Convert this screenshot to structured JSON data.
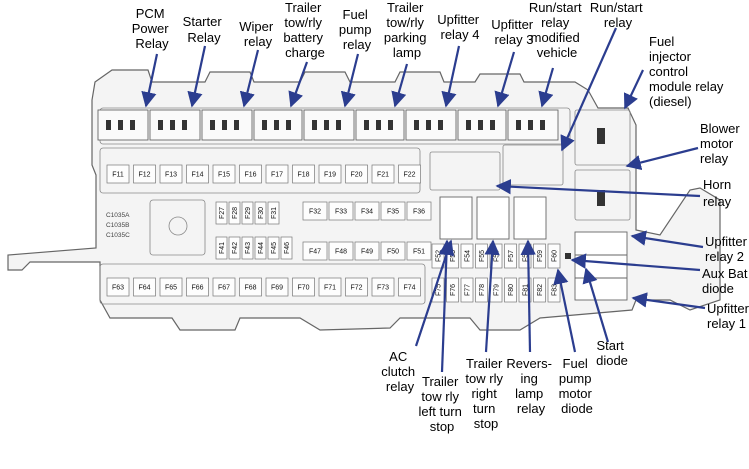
{
  "callouts": {
    "pcm_power": [
      "PCM",
      "Power",
      "Relay"
    ],
    "starter": [
      "Starter",
      "Relay"
    ],
    "wiper": [
      "Wiper",
      "relay"
    ],
    "trailer_batt": [
      "Trailer",
      "tow/rly",
      "battery",
      "charge"
    ],
    "fuel_pump": [
      "Fuel",
      "pump",
      "relay"
    ],
    "trailer_park": [
      "Trailer",
      "tow/rly",
      "parking",
      "lamp"
    ],
    "upfitter4": [
      "Upfitter",
      "relay 4"
    ],
    "upfitter3": [
      "Upfitter",
      "relay 3"
    ],
    "runstart_mod": [
      "Run/start",
      "relay",
      "modified",
      "vehicle"
    ],
    "runstart": [
      "Run/start",
      "relay"
    ],
    "fuel_injector": [
      "Fuel",
      "injector",
      "control",
      "module relay",
      "(diesel)"
    ],
    "blower": [
      "Blower",
      "motor",
      "relay"
    ],
    "horn": [
      "Horn",
      "relay"
    ],
    "upfitter2": [
      "Upfitter",
      "relay 2"
    ],
    "aux_bat": [
      "Aux Bat",
      "diode"
    ],
    "upfitter1": [
      "Upfitter",
      "relay 1"
    ],
    "start_diode": [
      "Start",
      "diode"
    ],
    "ac_clutch": [
      "AC",
      "clutch",
      "relay"
    ],
    "trailer_left": [
      "Trailer",
      "tow rly",
      "left turn",
      "stop"
    ],
    "trailer_right": [
      "Trailer",
      "tow rly",
      "right",
      "turn",
      "stop"
    ],
    "reversing": [
      "Revers-",
      "ing",
      "lamp",
      "relay"
    ],
    "fp_diode": [
      "Fuel",
      "pump",
      "motor",
      "diode"
    ]
  },
  "connectors": [
    "C1035A",
    "C1035B",
    "C1035C"
  ],
  "fuses": {
    "row1": [
      "F11",
      "F12",
      "F13",
      "F14",
      "F15",
      "F16",
      "F17",
      "F18",
      "F19",
      "F20",
      "F21",
      "F22"
    ],
    "row2_vertical": [
      "F27",
      "F28",
      "F29",
      "F30",
      "F31"
    ],
    "row2": [
      "F32",
      "F33",
      "F34",
      "F35",
      "F36"
    ],
    "row3_vertical": [
      "F41",
      "F42",
      "F43",
      "F44",
      "F45",
      "F46"
    ],
    "row3": [
      "F47",
      "F48",
      "F49",
      "F50",
      "F51"
    ],
    "row4_vertical": [
      "F52",
      "F53",
      "F54",
      "F55",
      "F56",
      "F57",
      "F58",
      "F59",
      "F60"
    ],
    "row5": [
      "F63",
      "F64",
      "F65",
      "F66",
      "F67",
      "F68",
      "F69",
      "F70",
      "F71",
      "F72",
      "F73",
      "F74"
    ],
    "row5_vertical": [
      "F75",
      "F76",
      "F77",
      "F78",
      "F79",
      "F80",
      "F81",
      "F82",
      "F83"
    ]
  }
}
